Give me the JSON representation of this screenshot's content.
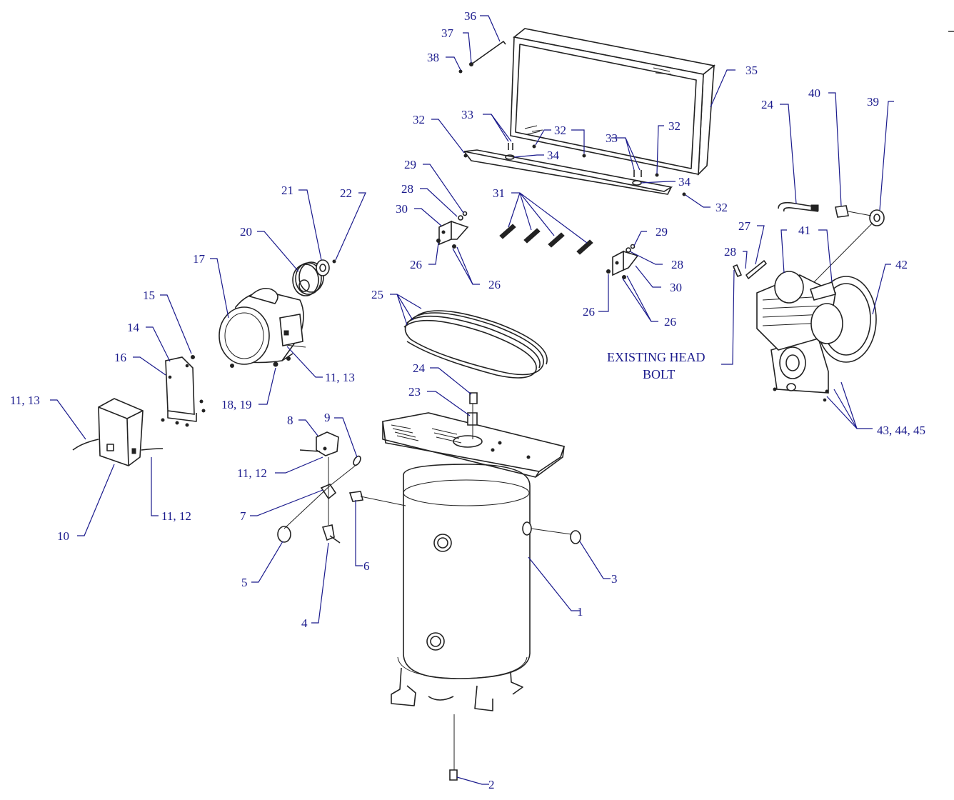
{
  "diagram": {
    "labels": {
      "l1": "1",
      "l2": "2",
      "l3": "3",
      "l4": "4",
      "l5": "5",
      "l6": "6",
      "l7": "7",
      "l8": "8",
      "l9": "9",
      "l10": "10",
      "l11_13_left": "11, 13",
      "l11_12_left": "11, 12",
      "l11_12_bottom": "11, 12",
      "l11_13_motor": "11, 13",
      "l14": "14",
      "l15": "15",
      "l16": "16",
      "l17": "17",
      "l18_19": "18, 19",
      "l20": "20",
      "l21": "21",
      "l22": "22",
      "l23": "23",
      "l24_tank": "24",
      "l24_pump": "24",
      "l25": "25",
      "l26_a": "26",
      "l26_b": "26",
      "l26_c": "26",
      "l26_d": "26",
      "l27": "27",
      "l28_a": "28",
      "l28_b": "28",
      "l28_c": "28",
      "l29_a": "29",
      "l29_b": "29",
      "l30_a": "30",
      "l30_b": "30",
      "l31": "31",
      "l32_a": "32",
      "l32_b": "32",
      "l32_c": "32",
      "l32_d": "32",
      "l33_a": "33",
      "l33_b": "33",
      "l34_a": "34",
      "l34_b": "34",
      "l35": "35",
      "l36": "36",
      "l37": "37",
      "l38": "38",
      "l39": "39",
      "l40": "40",
      "l41": "41",
      "l42": "42",
      "l43_44_45": "43, 44, 45",
      "note_line1": "EXISTING HEAD",
      "note_line2": "BOLT"
    }
  }
}
